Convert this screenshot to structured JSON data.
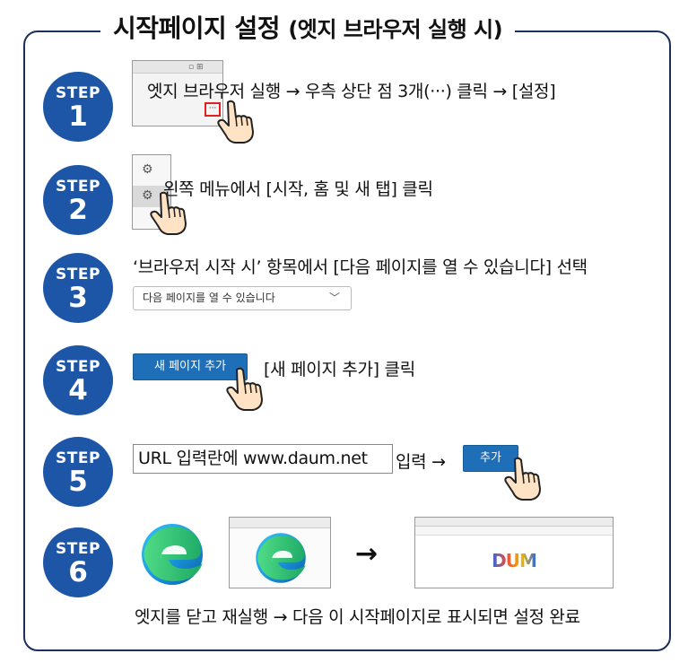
{
  "title": {
    "main": "시작페이지 설정",
    "sub": "(엣지 브라우저 실행 시)"
  },
  "steps": [
    {
      "label": "STEP",
      "number": "1",
      "text": "엣지 브라우저 실행 → 우측 상단 점 3개(···) 클릭 → [설정]",
      "thumb_text": "···"
    },
    {
      "label": "STEP",
      "number": "2",
      "text": "왼쪽 메뉴에서 [시작, 홈 및 새 탭] 클릭"
    },
    {
      "label": "STEP",
      "number": "3",
      "text": "‘브라우저 시작 시’ 항목에서 [다음 페이지를 열 수 있습니다] 선택",
      "dropdown_value": "다음 페이지를 열 수 있습니다"
    },
    {
      "label": "STEP",
      "number": "4",
      "text": "[새 페이지 추가] 클릭",
      "button_label": "새 페이지 추가"
    },
    {
      "label": "STEP",
      "number": "5",
      "url_box": "URL 입력란에 www.daum.net",
      "text": "입력 →",
      "button_label": "추가"
    },
    {
      "label": "STEP",
      "number": "6",
      "text": "엣지를 닫고 재실행 → 다음 이 시작페이지로 표시되면 설정 완료",
      "logo_text": "DUM",
      "arrow": "→"
    }
  ],
  "colors": {
    "badge": "#1d56a6",
    "frame": "#1b2f5c",
    "button": "#1f6fb8"
  }
}
